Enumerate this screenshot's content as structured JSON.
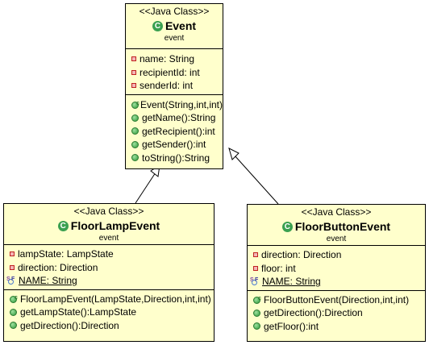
{
  "classes": {
    "event": {
      "stereotype": "<<Java Class>>",
      "icon": "class-icon",
      "name": "Event",
      "package": "event",
      "attributes": [
        {
          "text": "name: String",
          "visibility": "private"
        },
        {
          "text": "recipientId: int",
          "visibility": "private"
        },
        {
          "text": "senderId: int",
          "visibility": "private"
        }
      ],
      "operations": [
        {
          "text": "Event(String,int,int)",
          "kind": "constructor"
        },
        {
          "text": "getName():String",
          "kind": "public"
        },
        {
          "text": "getRecipient():int",
          "kind": "public"
        },
        {
          "text": "getSender():int",
          "kind": "public"
        },
        {
          "text": "toString():String",
          "kind": "public"
        }
      ]
    },
    "floor_lamp_event": {
      "stereotype": "<<Java Class>>",
      "icon": "class-icon",
      "name": "FloorLampEvent",
      "package": "event",
      "attributes": [
        {
          "text": "lampState: LampState",
          "visibility": "private"
        },
        {
          "text": "direction: Direction",
          "visibility": "private"
        },
        {
          "text": "NAME: String",
          "visibility": "static-final"
        }
      ],
      "operations": [
        {
          "text": "FloorLampEvent(LampState,Direction,int,int)",
          "kind": "constructor"
        },
        {
          "text": "getLampState():LampState",
          "kind": "public"
        },
        {
          "text": "getDirection():Direction",
          "kind": "public"
        }
      ]
    },
    "floor_button_event": {
      "stereotype": "<<Java Class>>",
      "icon": "class-icon",
      "name": "FloorButtonEvent",
      "package": "event",
      "attributes": [
        {
          "text": "direction: Direction",
          "visibility": "private"
        },
        {
          "text": "floor: int",
          "visibility": "private"
        },
        {
          "text": "NAME: String",
          "visibility": "static-final"
        }
      ],
      "operations": [
        {
          "text": "FloorButtonEvent(Direction,int,int)",
          "kind": "constructor"
        },
        {
          "text": "getDirection():Direction",
          "kind": "public"
        },
        {
          "text": "getFloor():int",
          "kind": "public"
        }
      ]
    }
  },
  "relations": [
    {
      "type": "generalization",
      "from": "FloorLampEvent",
      "to": "Event"
    },
    {
      "type": "generalization",
      "from": "FloorButtonEvent",
      "to": "Event"
    }
  ],
  "colors": {
    "class_fill": "#ffffcc",
    "class_icon": "#3aa050",
    "private_icon": "#c02020",
    "public_icon": "#2f9a3a"
  }
}
